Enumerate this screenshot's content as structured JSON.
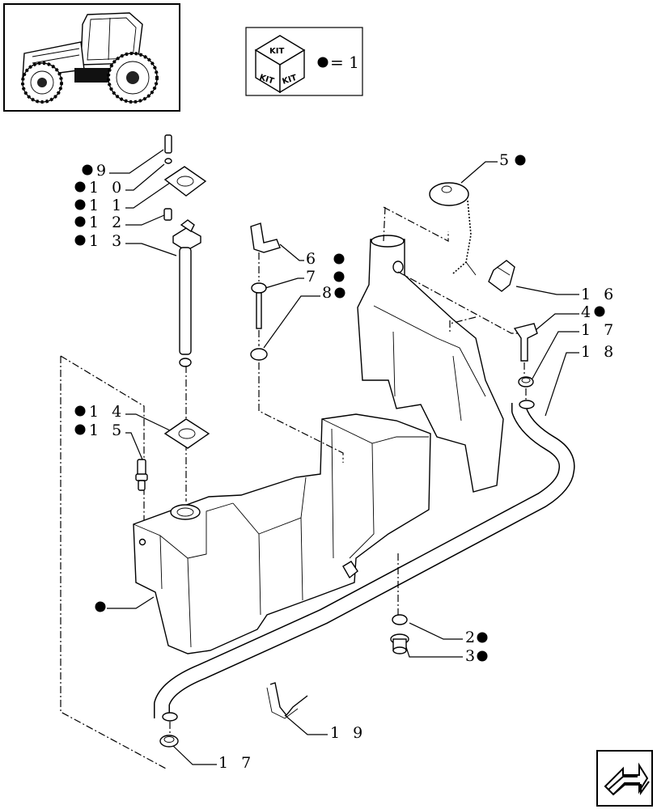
{
  "kit_box": {
    "kit_top": "KIT",
    "kit_left": "KIT",
    "kit_right": "KIT",
    "legend_equals": "= 1"
  },
  "callouts": {
    "c9": "9",
    "c10": "1 0",
    "c11": "1 1",
    "c12": "1 2",
    "c13": "1 3",
    "c14": "1 4",
    "c15": "1 5",
    "c5": "5",
    "c6": "6",
    "c7": "7",
    "c8": "8",
    "c16": "1 6",
    "c4": "4",
    "c17a": "1 7",
    "c18": "1 8",
    "c2": "2",
    "c3": "3",
    "c19": "1 9",
    "c17b": "1 7"
  },
  "icons": {
    "thumbnail": "tractor-thumbnail-icon",
    "kit": "kit-cube-icon",
    "nav": "next-page-arrow-icon",
    "dot": "kit-dot-icon"
  },
  "colors": {
    "ink": "#000000",
    "paper": "#ffffff"
  }
}
